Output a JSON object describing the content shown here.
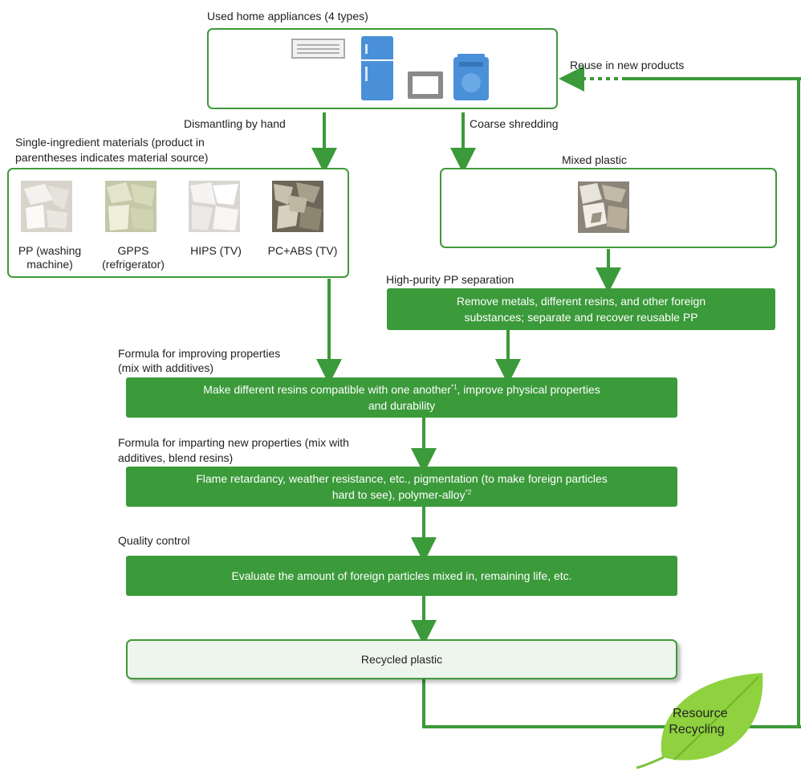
{
  "top": {
    "label": "Used home appliances (4 types)",
    "reuse_label": "Reuse in new products"
  },
  "left_branch": {
    "step_label": "Dismantling by hand",
    "group_label_line1": "Single-ingredient materials (product in",
    "group_label_line2": "parentheses indicates material source)",
    "materials": [
      {
        "line1": "PP (washing",
        "line2": "machine)"
      },
      {
        "line1": "GPPS",
        "line2": "(refrigerator)"
      },
      {
        "line1": "HIPS (TV)",
        "line2": ""
      },
      {
        "line1": "PC+ABS (TV)",
        "line2": ""
      }
    ]
  },
  "right_branch": {
    "step_label": "Coarse shredding",
    "box_title": "Mixed plastic",
    "separation_label": "High-purity PP separation",
    "separation_text_line1": "Remove metals, different resins, and other foreign",
    "separation_text_line2": "substances; separate and recover reusable PP"
  },
  "improve": {
    "label_line1": "Formula for improving properties",
    "label_line2": "(mix with additives)",
    "text_a": "Make different resins compatible with one another",
    "sup_a": "*1",
    "text_b": ", improve physical properties",
    "text_c": "and durability"
  },
  "impart": {
    "label_line1": "Formula for imparting new properties (mix with",
    "label_line2": "additives, blend resins)",
    "text_a": "Flame retardancy, weather resistance, etc., pigmentation (to make foreign particles",
    "text_b": "hard to see), polymer-alloy",
    "sup_b": "*2"
  },
  "quality": {
    "label": "Quality control",
    "text": "Evaluate the amount of foreign particles mixed in, remaining life, etc."
  },
  "output": {
    "label": "Recycled plastic"
  },
  "badge": {
    "line1": "Resource",
    "line2": "Recycling"
  },
  "colors": {
    "green": "#3b9a3a",
    "appliance_blue": "#4a90d9",
    "output_fill": "#eef5ec",
    "leaf": "#8fd13f"
  }
}
